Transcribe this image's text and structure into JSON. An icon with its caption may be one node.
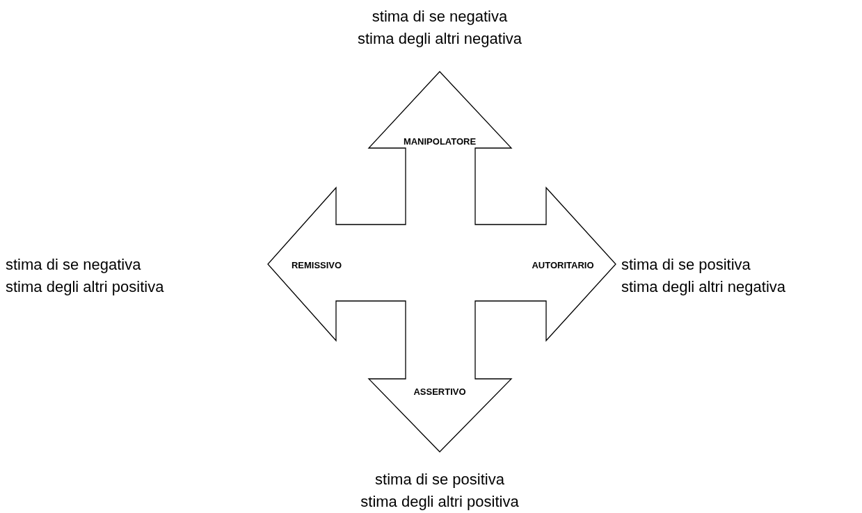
{
  "diagram": {
    "nodes": [
      {
        "text": [
          "MANIPOLATORE",
          "REMISSIVO",
          "AUTORITARIO",
          "ASSERTIVO"
        ]
      }
    ],
    "labels": [
      "stima di se negativa",
      "stima degli altri negativa",
      "stima di se negativa",
      "stima degli altri positiva",
      "stima di se positiva",
      "stima degli altri negativa",
      "stima di se positiva",
      "stima degli altri positiva"
    ]
  }
}
